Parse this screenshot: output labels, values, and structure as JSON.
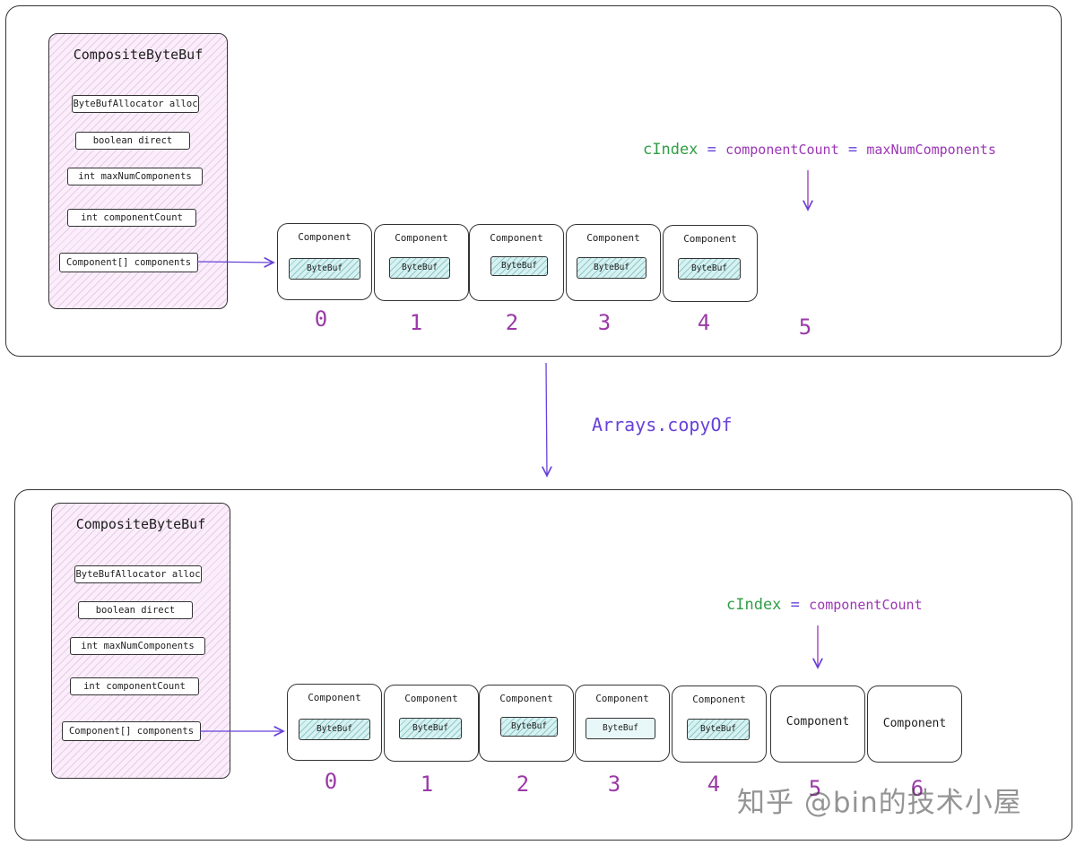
{
  "top": {
    "struct_title": "CompositeByteBuf",
    "fields": [
      "ByteBufAllocator alloc",
      "boolean direct",
      "int maxNumComponents",
      "int componentCount",
      "Component[] components"
    ],
    "components": [
      {
        "label": "Component",
        "inner": "ByteBuf",
        "index": "0"
      },
      {
        "label": "Component",
        "inner": "ByteBuf",
        "index": "1"
      },
      {
        "label": "Component",
        "inner": "ByteBuf",
        "index": "2"
      },
      {
        "label": "Component",
        "inner": "ByteBuf",
        "index": "3"
      },
      {
        "label": "Component",
        "inner": "ByteBuf",
        "index": "4"
      }
    ],
    "extra_index": "5",
    "expr": {
      "cindex": "cIndex",
      "eq": "=",
      "count": "componentCount",
      "eq2": "=",
      "max": "maxNumComponents"
    }
  },
  "copy_label": "Arrays.copyOf",
  "bottom": {
    "struct_title": "CompositeByteBuf",
    "fields": [
      "ByteBufAllocator alloc",
      "boolean direct",
      "int maxNumComponents",
      "int componentCount",
      "Component[] components"
    ],
    "components": [
      {
        "label": "Component",
        "inner": "ByteBuf",
        "index": "0"
      },
      {
        "label": "Component",
        "inner": "ByteBuf",
        "index": "1"
      },
      {
        "label": "Component",
        "inner": "ByteBuf",
        "index": "2"
      },
      {
        "label": "Component",
        "inner": "ByteBuf",
        "index": "3"
      },
      {
        "label": "Component",
        "inner": "ByteBuf",
        "index": "4"
      },
      {
        "label": "Component",
        "index": "5"
      },
      {
        "label": "Component",
        "index": "6"
      }
    ],
    "expr": {
      "cindex": "cIndex",
      "eq": "=",
      "count": "componentCount"
    }
  },
  "watermark": "知乎 @bin的技术小屋"
}
